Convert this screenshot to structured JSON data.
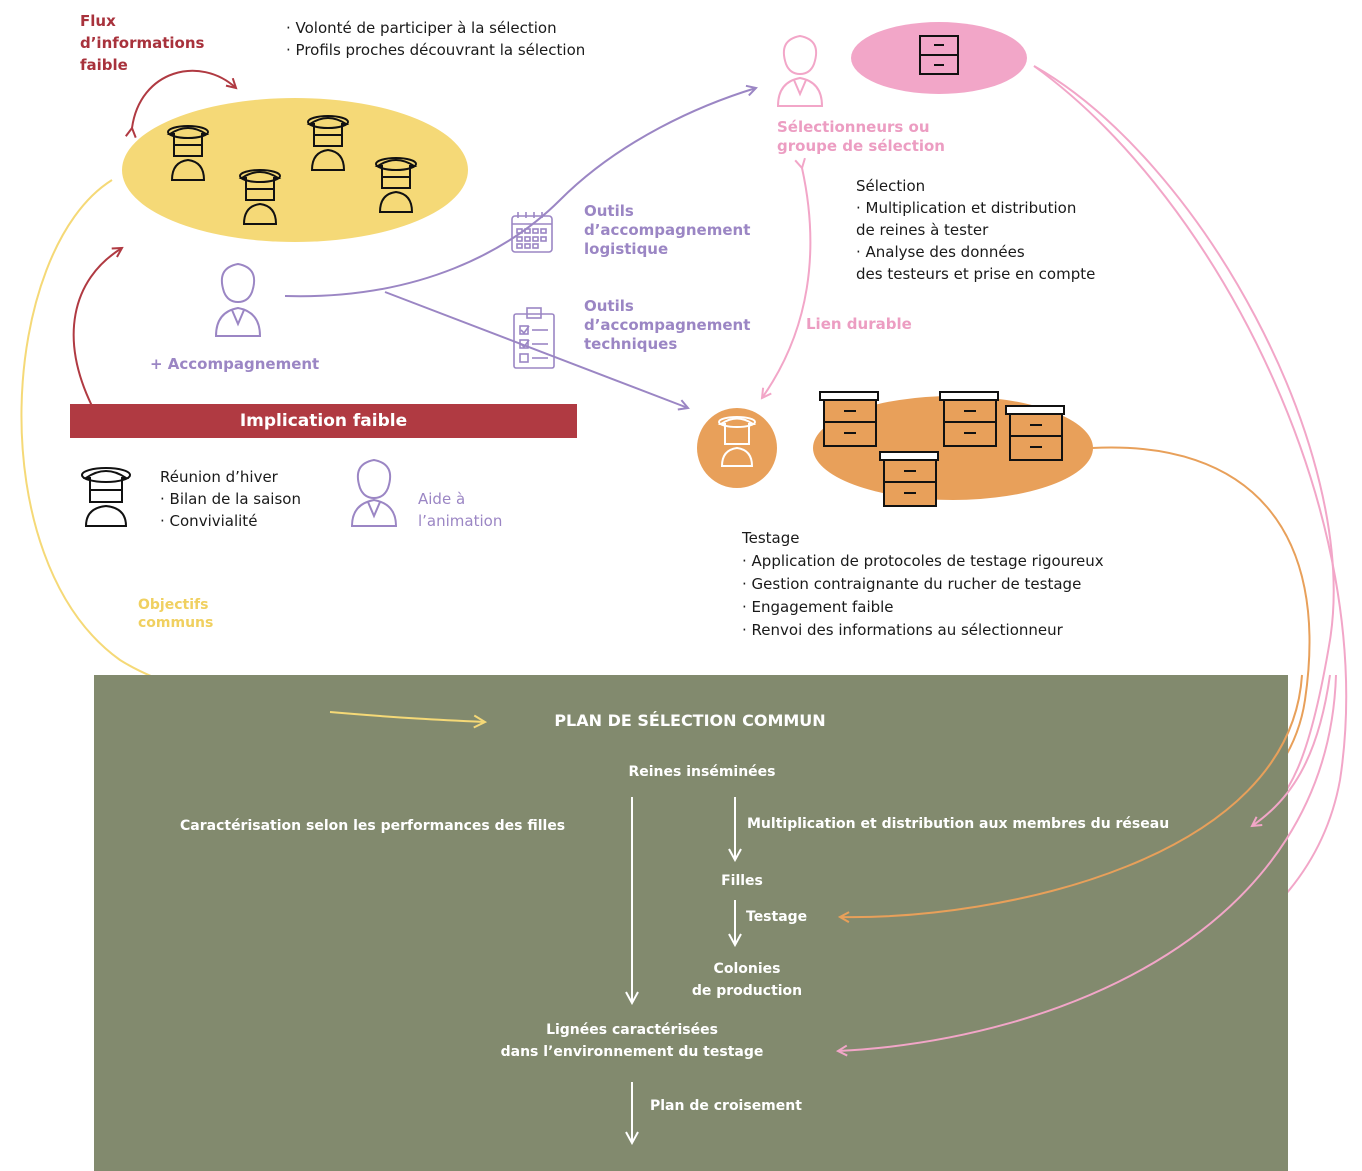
{
  "colors": {
    "red": "#b03a42",
    "purple": "#9b86c4",
    "pink": "#f2a6c8",
    "yellow": "#f5d977",
    "orange": "#e8a05a",
    "olive": "#828a6e"
  },
  "top_left": {
    "flux_label": [
      "Flux",
      "d’informations",
      "faible"
    ],
    "bullets": [
      "· Volonté de participer à la sélection",
      "· Profils proches découvrant la sélection"
    ],
    "accompaniment_label": "+ Accompagnement",
    "implication_banner": "Implication faible",
    "winter_title": "Réunion d’hiver",
    "winter_items": [
      "· Bilan de la saison",
      "· Convivialité"
    ],
    "aide_label": [
      "Aide à",
      "l’animation"
    ],
    "objectifs_label": [
      "Objectifs",
      "communs"
    ]
  },
  "tools": {
    "logistic": [
      "Outils",
      "d’accompagnement",
      "logistique"
    ],
    "technical": [
      "Outils",
      "d’accompagnement",
      "techniques"
    ]
  },
  "selectionneurs": {
    "label": [
      "Sélectionneurs ou",
      "groupe de sélection"
    ],
    "desc": [
      "Sélection",
      "· Multiplication et distribution",
      "de reines à tester",
      "· Analyse des données",
      "des testeurs et prise en compte"
    ],
    "lien_label": "Lien durable"
  },
  "testage": {
    "title": "Testage",
    "items": [
      "· Application de protocoles de testage rigoureux",
      "· Gestion contraignante du rucher de testage",
      "· Engagement faible",
      "· Renvoi des informations au sélectionneur"
    ]
  },
  "plan": {
    "title": "PLAN DE SÉLECTION COMMUN",
    "reines": "Reines inséminées",
    "caracterisation": "Caractérisation selon les performances  des filles",
    "multiplication": "Multiplication et distribution aux membres du réseau",
    "filles": "Filles",
    "testage": "Testage",
    "colonies": [
      "Colonies",
      "de production"
    ],
    "lignees": [
      "Lignées caractérisées",
      "dans l’environnement du testage"
    ],
    "croisement": "Plan de croisement"
  }
}
